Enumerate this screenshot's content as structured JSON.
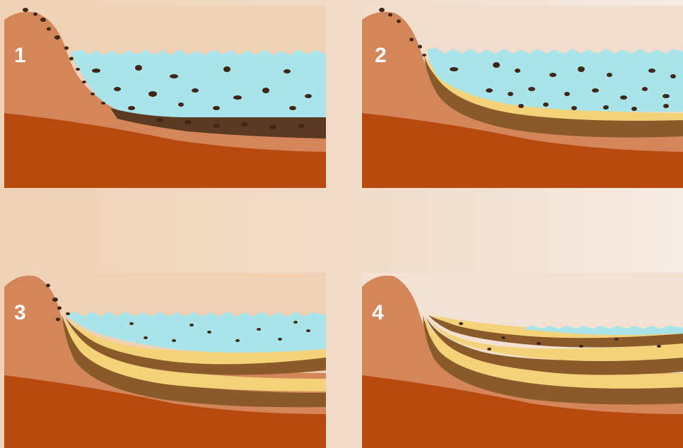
{
  "stages": [
    {
      "label": "1"
    },
    {
      "label": "2"
    },
    {
      "label": "3"
    },
    {
      "label": "4"
    }
  ],
  "colors": {
    "background_light": "#f6ece4",
    "background_warm": "#f0d2b6",
    "hill": "#d4865a",
    "bedrock": "#b84a10",
    "water": "#a9e4ea",
    "sand_layer": "#f3d27a",
    "mud_layer": "#8a5a2a",
    "pebble": "#4a3020"
  },
  "icons": {
    "pebbles": "pebble-cluster",
    "layers": "sediment-strata"
  }
}
